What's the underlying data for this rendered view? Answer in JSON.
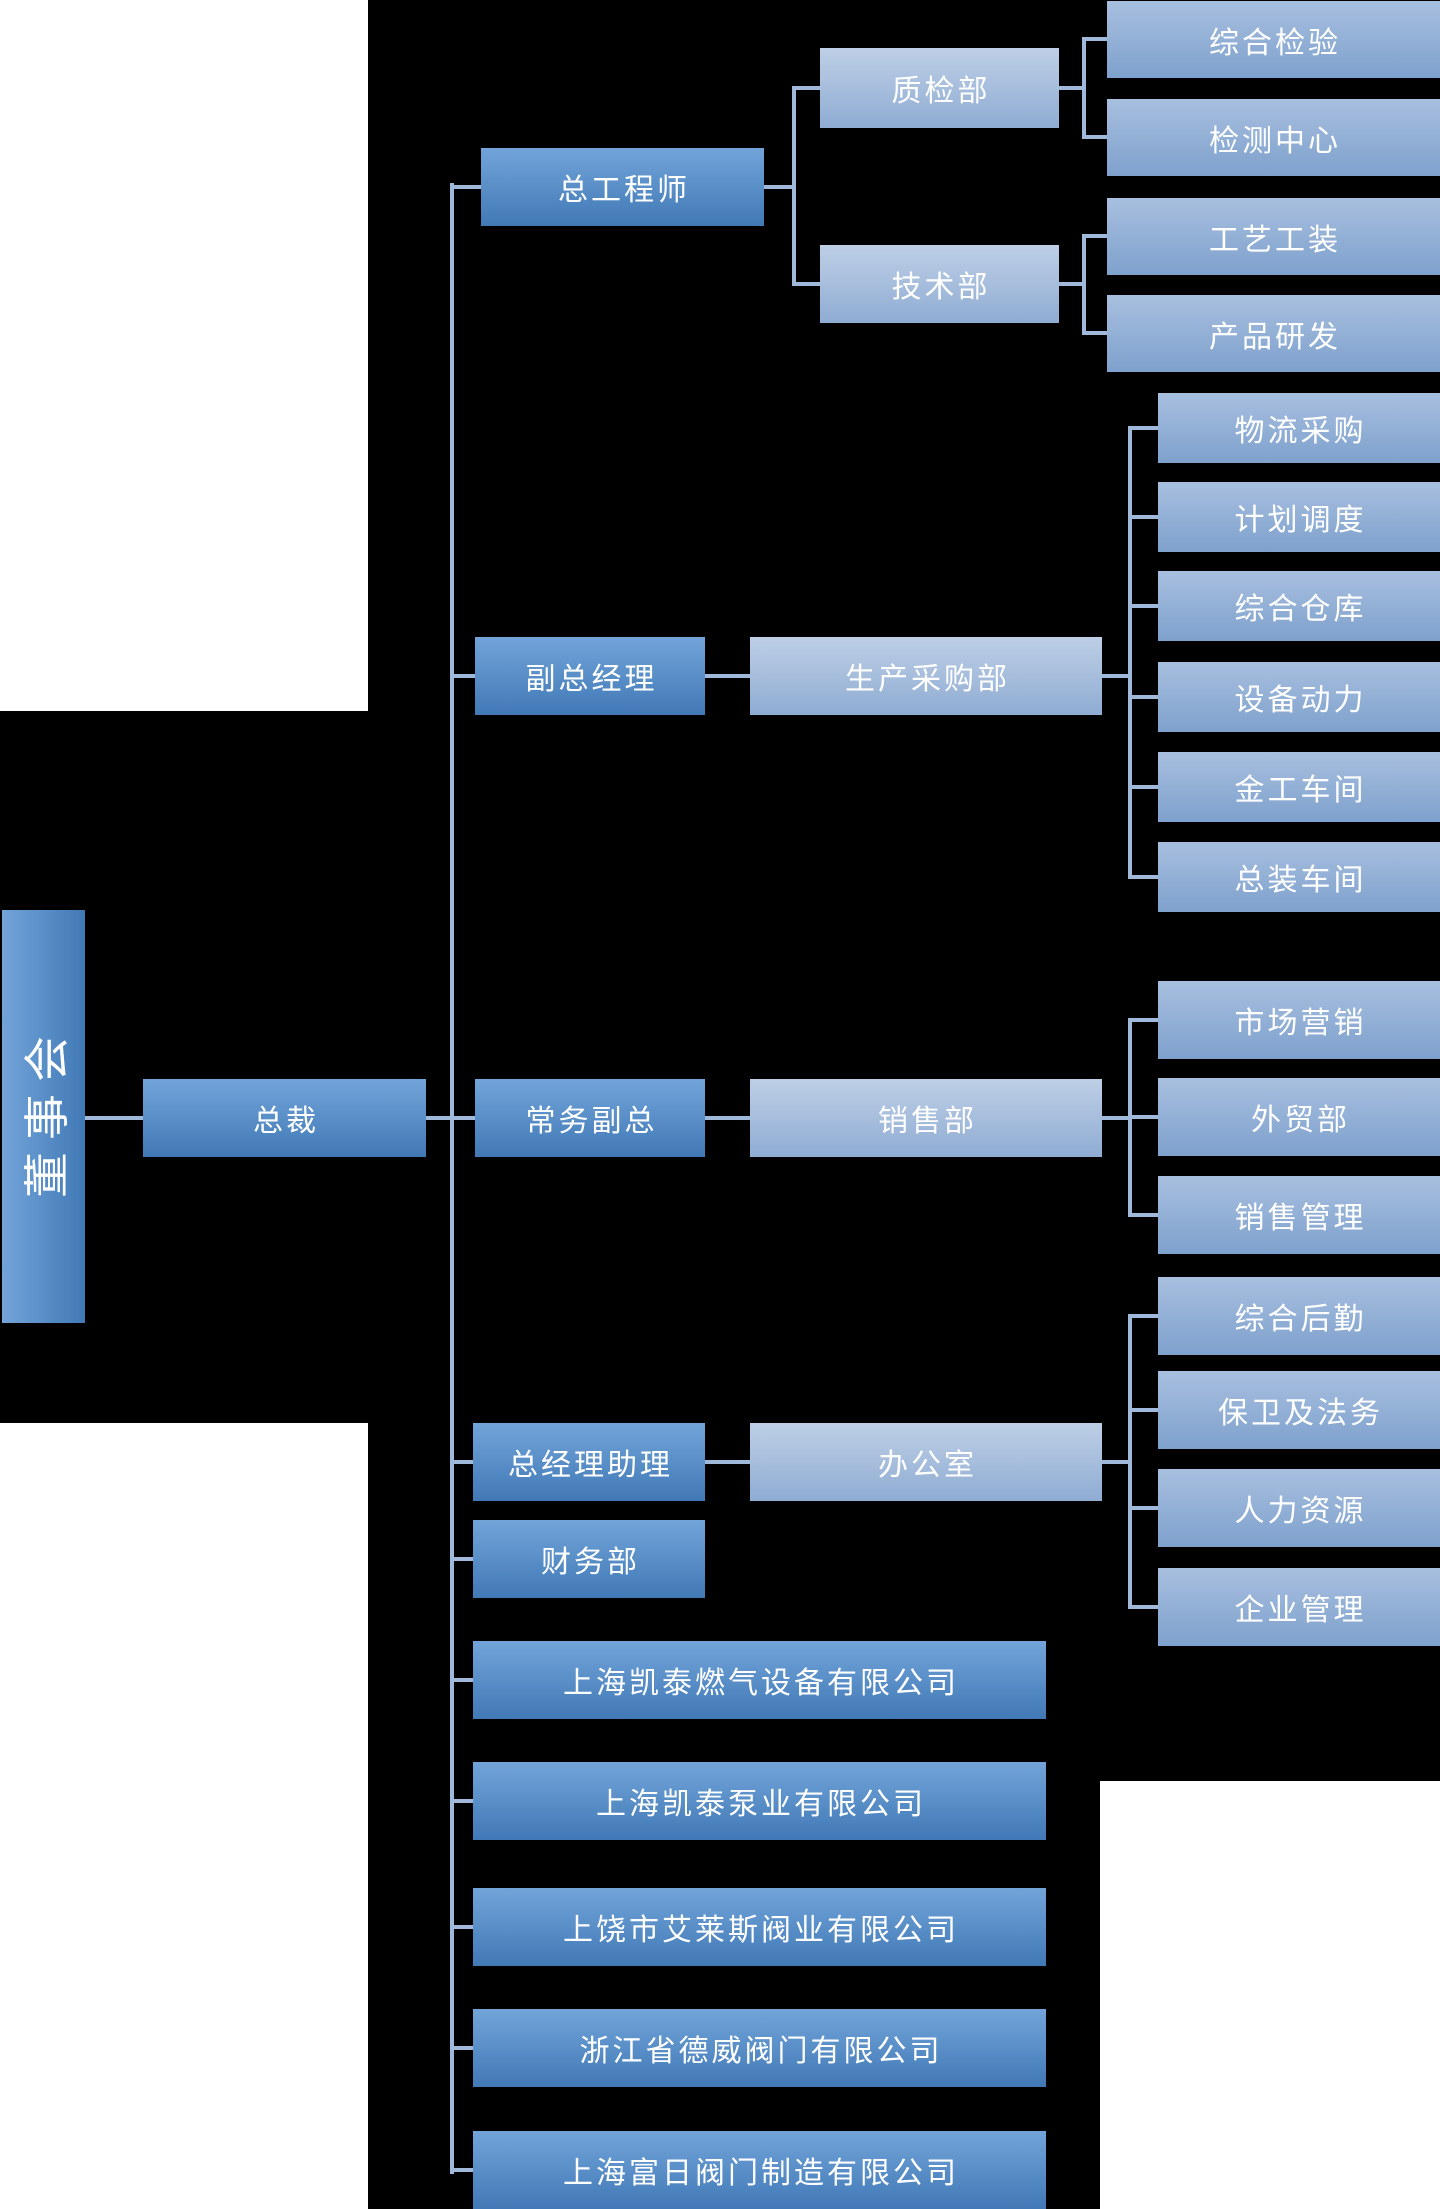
{
  "colors": {
    "background": "#000000",
    "panel": "#FFFFFF",
    "connector": "#A0B8DA",
    "text": "#FFFFFF",
    "box_medium_top": "#72A4D9",
    "box_medium_bottom": "#4179B6",
    "box_light_top": "#BECFE6",
    "box_light_bottom": "#8FACD3",
    "box_leaf_top": "#A8BFDF",
    "box_leaf_bottom": "#7EA1CD"
  },
  "org": {
    "board": {
      "label": "董事会"
    },
    "president": {
      "label": "总裁"
    },
    "executives": [
      {
        "id": "chief-engineer",
        "label": "总工程师"
      },
      {
        "id": "deputy-gm",
        "label": "副总经理"
      },
      {
        "id": "executive-deputy-gm",
        "label": "常务副总"
      },
      {
        "id": "gm-assistant",
        "label": "总经理助理"
      },
      {
        "id": "finance-dept",
        "label": "财务部"
      }
    ],
    "departments": [
      {
        "id": "quality-dept",
        "label": "质检部",
        "children": [
          "综合检验",
          "检测中心"
        ]
      },
      {
        "id": "tech-dept",
        "label": "技术部",
        "children": [
          "工艺工装",
          "产品研发"
        ]
      },
      {
        "id": "production-dept",
        "label": "生产采购部",
        "children": [
          "物流采购",
          "计划调度",
          "综合仓库",
          "设备动力",
          "金工车间",
          "总装车间"
        ]
      },
      {
        "id": "sales-dept",
        "label": "销售部",
        "children": [
          "市场营销",
          "外贸部",
          "销售管理"
        ]
      },
      {
        "id": "office",
        "label": "办公室",
        "children": [
          "综合后勤",
          "保卫及法务",
          "人力资源",
          "企业管理"
        ]
      }
    ],
    "subsidiaries": [
      "上海凯泰燃气设备有限公司",
      "上海凯泰泵业有限公司",
      "上饶市艾莱斯阀业有限公司",
      "浙江省德威阀门有限公司",
      "上海富日阀门制造有限公司"
    ]
  }
}
